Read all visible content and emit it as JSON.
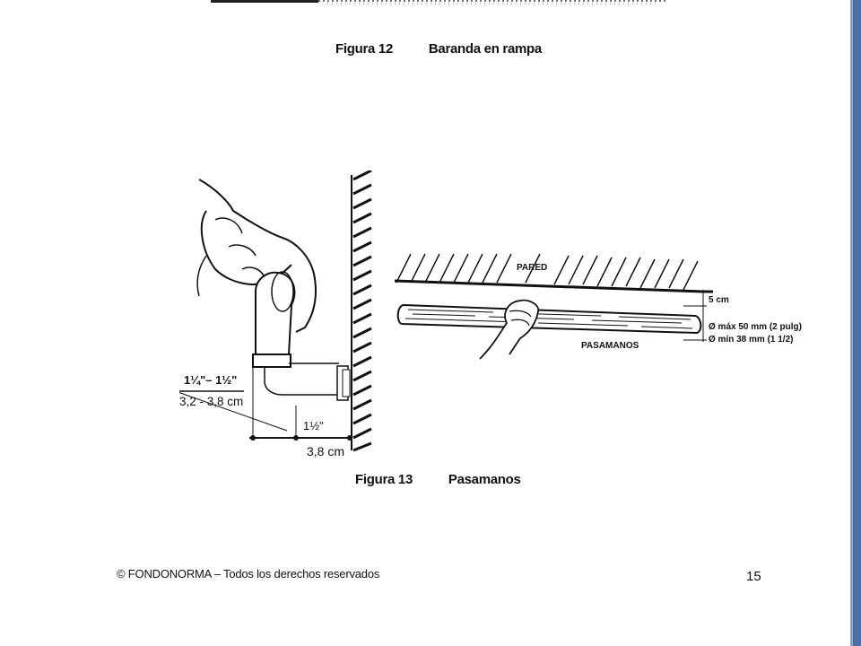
{
  "figure12": {
    "number": "Figura 12",
    "title": "Baranda en rampa"
  },
  "figure13": {
    "number": "Figura 13",
    "title": "Pasamanos",
    "left_drawing": {
      "dim_fraction": "1¼\"– 1½\"",
      "dim_cm": "3,2 - 3,8 cm",
      "dim_clearance_in": "1½\"",
      "dim_clearance_cm": "3,8 cm"
    },
    "right_drawing": {
      "wall_label": "PARED",
      "rail_label": "PASAMANOS",
      "spacing": "5 cm",
      "dia_max": "Ø máx 50 mm (2 pulg)",
      "dia_min": "Ø mín 38 mm (1 1/2)"
    }
  },
  "footer": {
    "copyright": "© FONDONORMA – Todos los derechos reservados",
    "page": "15"
  },
  "colors": {
    "sidebar": "#4a6fa5",
    "ink": "#111111"
  }
}
